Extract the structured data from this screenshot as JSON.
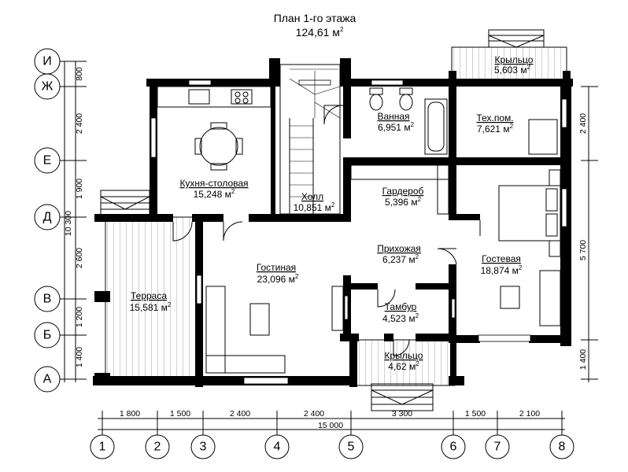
{
  "title": "План 1-го этажа",
  "total_area": "124,61 м",
  "area_sup": "2",
  "rooms": {
    "porch_top": {
      "name": "Крыльцо",
      "area": "5,603 м"
    },
    "bathroom": {
      "name": "Ванная",
      "area": "6,951 м"
    },
    "tech": {
      "name": "Тех.пом.",
      "area": "7,621 м"
    },
    "kitchen": {
      "name": "Кухня-столовая",
      "area": "15,248 м"
    },
    "hall": {
      "name": "Холл",
      "area": "10,851 м"
    },
    "wardrobe": {
      "name": "Гардероб",
      "area": "5,396 м"
    },
    "entry": {
      "name": "Прихожая",
      "area": "6,237 м"
    },
    "living": {
      "name": "Гостиная",
      "area": "23,096 м"
    },
    "guest": {
      "name": "Гостевая",
      "area": "18,874 м"
    },
    "terrace": {
      "name": "Терраса",
      "area": "15,581 м"
    },
    "vestibule": {
      "name": "Тамбур",
      "area": "4,523 м"
    },
    "porch_bottom": {
      "name": "Крыльцо",
      "area": "4,62 м"
    }
  },
  "axes_rows": [
    "И",
    "Ж",
    "Е",
    "Д",
    "В",
    "Б",
    "А"
  ],
  "axes_cols": [
    "1",
    "2",
    "3",
    "4",
    "5",
    "6",
    "7",
    "8"
  ],
  "dims_left": [
    "800",
    "2 400",
    "1 900",
    "2 600",
    "1 200",
    "1 400"
  ],
  "dim_left_total": "10 300",
  "dims_right": [
    "2 400",
    "5 700",
    "1 400"
  ],
  "dims_bottom": [
    "1 800",
    "1 500",
    "2 400",
    "2 400",
    "3 300",
    "1 500",
    "2 100"
  ],
  "dim_bottom_total": "15 000"
}
